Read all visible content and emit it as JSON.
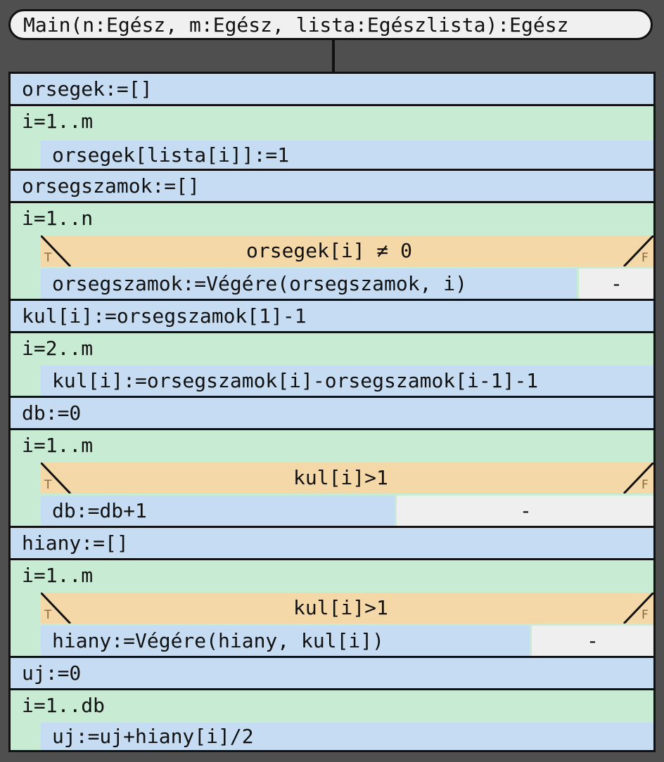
{
  "header": {
    "title": "Main(n:Egész, m:Egész, lista:Egészlista):Egész"
  },
  "blocks": {
    "b1": "orsegek:=[]",
    "loop1": "i=1..m",
    "loop1_body": "orsegek[lista[i]]:=1",
    "b2": "orsegszamok:=[]",
    "loop2": "i=1..n",
    "if1_cond": "orsegek[i] ≠ 0",
    "if1_true": "orsegszamok:=Végére(orsegszamok, i)",
    "if1_false": "-",
    "b3": "kul[i]:=orsegszamok[1]-1",
    "loop3": "i=2..m",
    "loop3_body": "kul[i]:=orsegszamok[i]-orsegszamok[i-1]-1",
    "b4": "db:=0",
    "loop4": "i=1..m",
    "if2_cond": "kul[i]>1",
    "if2_true": "db:=db+1",
    "if2_false": "-",
    "b5": "hiany:=[]",
    "loop5": "i=1..m",
    "if3_cond": "kul[i]>1",
    "if3_true": "hiany:=Végére(hiany, kul[i])",
    "if3_false": "-",
    "b6": "uj:=0",
    "loop6": "i=1..db",
    "loop6_body": "uj:=uj+hiany[i]/2"
  },
  "branch_labels": {
    "true": "T",
    "false": "F"
  },
  "colors": {
    "background": "#4f4f4f",
    "statement": "#c5dcf2",
    "loop": "#c7ebd3",
    "condition": "#f5d8a8",
    "empty_branch": "#efefef",
    "border": "#111111"
  }
}
